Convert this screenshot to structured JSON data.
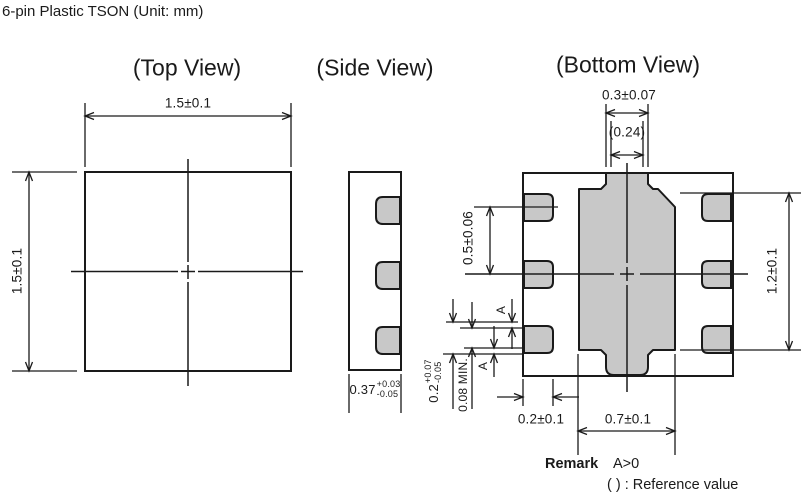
{
  "title": "6-pin Plastic TSON (Unit: mm)",
  "colors": {
    "line": "#1a1a1a",
    "pad_fill": "#c8c8c8",
    "background": "#ffffff"
  },
  "top_view": {
    "label": "(Top View)",
    "body_width": "1.5±0.1",
    "body_height": "1.5±0.1"
  },
  "side_view": {
    "label": "(Side View)",
    "thickness_main": "0.37",
    "thickness_plus": "+0.03",
    "thickness_minus": "-0.05"
  },
  "bottom_view": {
    "label": "(Bottom View)",
    "terminal_width": "0.3±0.07",
    "terminal_width_ref": "(0.24)",
    "terminal_pitch": "0.5±0.06",
    "terminal_row_span": "1.2±0.1",
    "terminal_length": "0.2±0.1",
    "exposed_pad_width": "0.7±0.1",
    "terminal_height_main": "0.2",
    "terminal_height_plus": "+0.07",
    "terminal_height_minus": "-0.05",
    "min_dimension": "0.08 MIN.",
    "offset_a_top": "A",
    "offset_a_bottom": "A"
  },
  "remark": {
    "label": "Remark",
    "value": "A>0",
    "reference_note": "( ) : Reference value"
  }
}
